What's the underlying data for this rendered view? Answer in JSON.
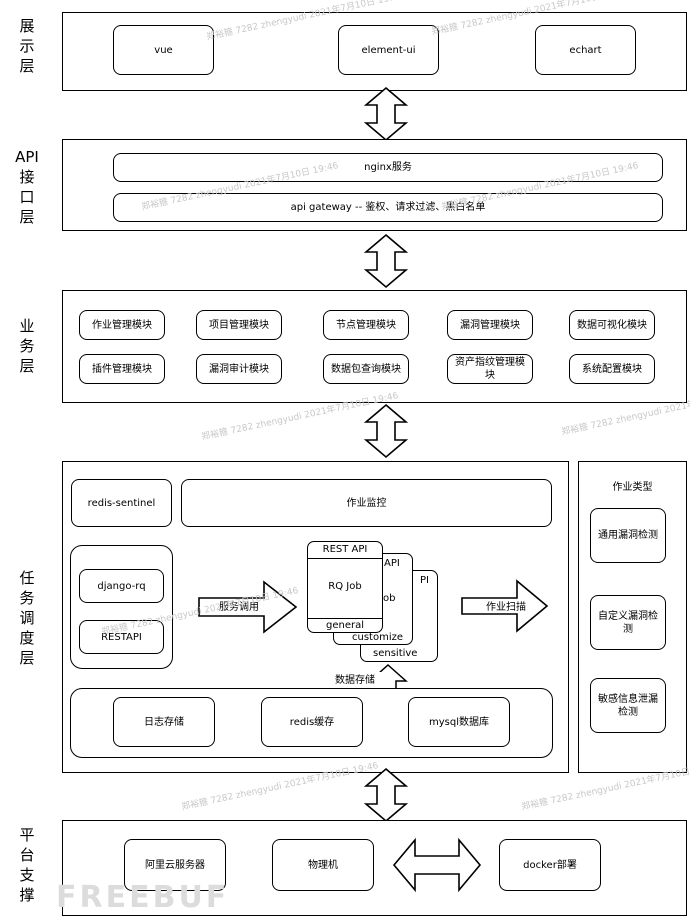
{
  "layers": {
    "presentation": {
      "label": [
        "展",
        "示",
        "层"
      ],
      "items": [
        "vue",
        "element-ui",
        "echart"
      ]
    },
    "api": {
      "label": [
        "API",
        "接",
        "口",
        "层"
      ],
      "items": [
        "nginx服务",
        "api gateway -- 鉴权、请求过滤、黑白名单"
      ]
    },
    "business": {
      "label": [
        "业",
        "务",
        "层"
      ],
      "row1": [
        "作业管理模块",
        "项目管理模块",
        "节点管理模块",
        "漏洞管理模块",
        "数据可视化模块"
      ],
      "row2": [
        "插件管理模块",
        "漏洞审计模块",
        "数据包查询模块",
        "资产指纹管理模块",
        "系统配置模块"
      ]
    },
    "scheduler": {
      "label": [
        "任",
        "务",
        "调",
        "度",
        "层"
      ],
      "sentinel": "redis-sentinel",
      "monitor": "作业监控",
      "django_rq": "django-rq",
      "restapi": "RESTAPI",
      "service_call": "服务调用",
      "job_scan": "作业扫描",
      "data_storage": "数据存储",
      "stack": {
        "front_top": "REST API",
        "front_mid": "RQ Job",
        "front_bottom": "general",
        "second_top": "API",
        "second_mid": "ob",
        "second_bottom": "customize",
        "third_top": "PI",
        "third_bottom": "sensitive"
      },
      "storage": [
        "日志存储",
        "redis缓存",
        "mysql数据库"
      ],
      "job_types": {
        "title": "作业类型",
        "items": [
          "通用漏洞检测",
          "自定义漏洞检测",
          "敏感信息泄漏检测"
        ]
      }
    },
    "platform": {
      "label": [
        "平",
        "台",
        "支",
        "撑"
      ],
      "items": [
        "阿里云服务器",
        "物理机",
        "docker部署"
      ]
    }
  },
  "watermark": "郑裕箍 7282 zhengyudi 2021年7月10日 19:46",
  "logo": "FREEBUF"
}
